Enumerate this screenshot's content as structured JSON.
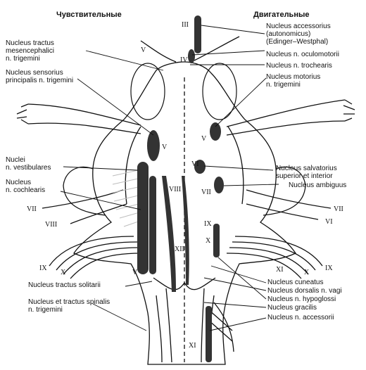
{
  "headers": {
    "sensory": "Чувствительные",
    "motor": "Двигательные"
  },
  "left_labels": {
    "mesencephalic": [
      "Nucleus tractus",
      "mesencephalici",
      "n. trigemini"
    ],
    "sensorius": [
      "Nucleus sensorius",
      "principalis n. trigemini"
    ],
    "vestibular": [
      "Nuclei",
      "n. vestibulares"
    ],
    "cochlear": [
      "Nucleus",
      "n. cochlearis"
    ],
    "solitarii": [
      "Nucleus tractus solitarii"
    ],
    "spinalis": [
      "Nucleus et tractus spinalis",
      "n. trigemini"
    ]
  },
  "right_labels": {
    "accessorius": [
      "Nucleus accessorius",
      "(autonomicus)",
      "(Edinger–Westphal)"
    ],
    "oculomotorii": "Nucleus n. oculomotorii",
    "trochlearis": "Nucleus  n. trochearis",
    "motorius": [
      "Nucleus motorius",
      "n. trigemini"
    ],
    "salivatorius": [
      "Nucleus salvatorius",
      "superior et interior"
    ],
    "ambiguus": "Nucleus ambiguus",
    "cuneatus": "Nucleus cuneatus",
    "vagi": "Nucleus dorsalis n. vagi",
    "hypoglossi": "Nucleus n. hypoglossi",
    "gracilis": "Nucleus gracilis",
    "accessorii": "Nucleus n. accessorii"
  },
  "nerve_numerals": {
    "III": "III",
    "IV": "IV",
    "V": "V",
    "VI": "VI",
    "VII": "VII",
    "VIII": "VIII",
    "IX": "IX",
    "X": "X",
    "XI": "XI",
    "XII": "XII"
  },
  "colors": {
    "ink": "#111111",
    "nucleus": "#333333",
    "hatch": "#bdbdbd"
  }
}
